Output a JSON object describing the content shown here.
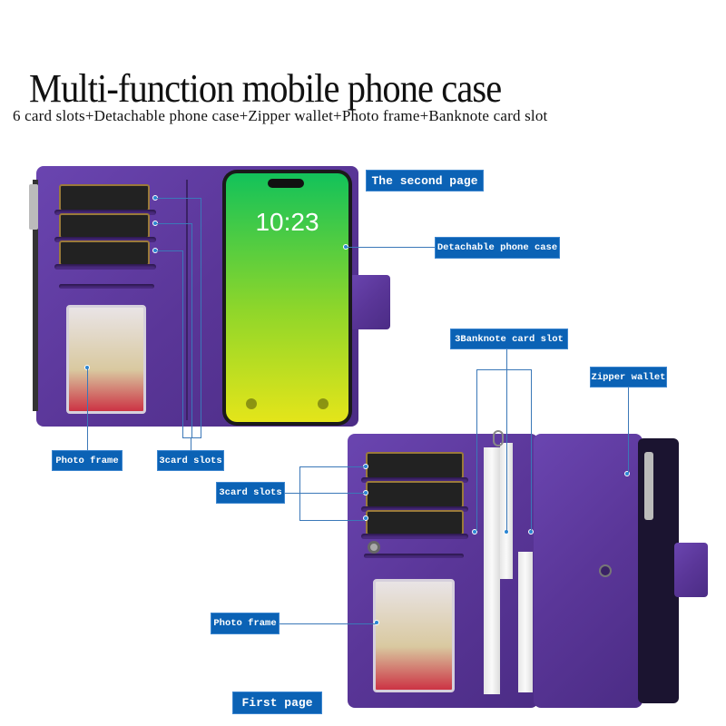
{
  "header": {
    "title": "Multi-function mobile phone case",
    "subtitle": "6 card slots+Detachable phone case+Zipper wallet+Photo frame+Banknote card slot"
  },
  "phone": {
    "time": "10:23"
  },
  "labels": {
    "second_page": "The second page",
    "detachable": "Detachable phone case",
    "banknote": "3Banknote card slot",
    "zipper": "Zipper wallet",
    "photo_frame_top": "Photo frame",
    "card_slots_top": "3card slots",
    "card_slots_bottom": "3card slots",
    "photo_frame_bottom": "Photo frame",
    "first_page": "First page"
  },
  "colors": {
    "label_bg": "#0b62b5",
    "case": "#5a3698"
  }
}
